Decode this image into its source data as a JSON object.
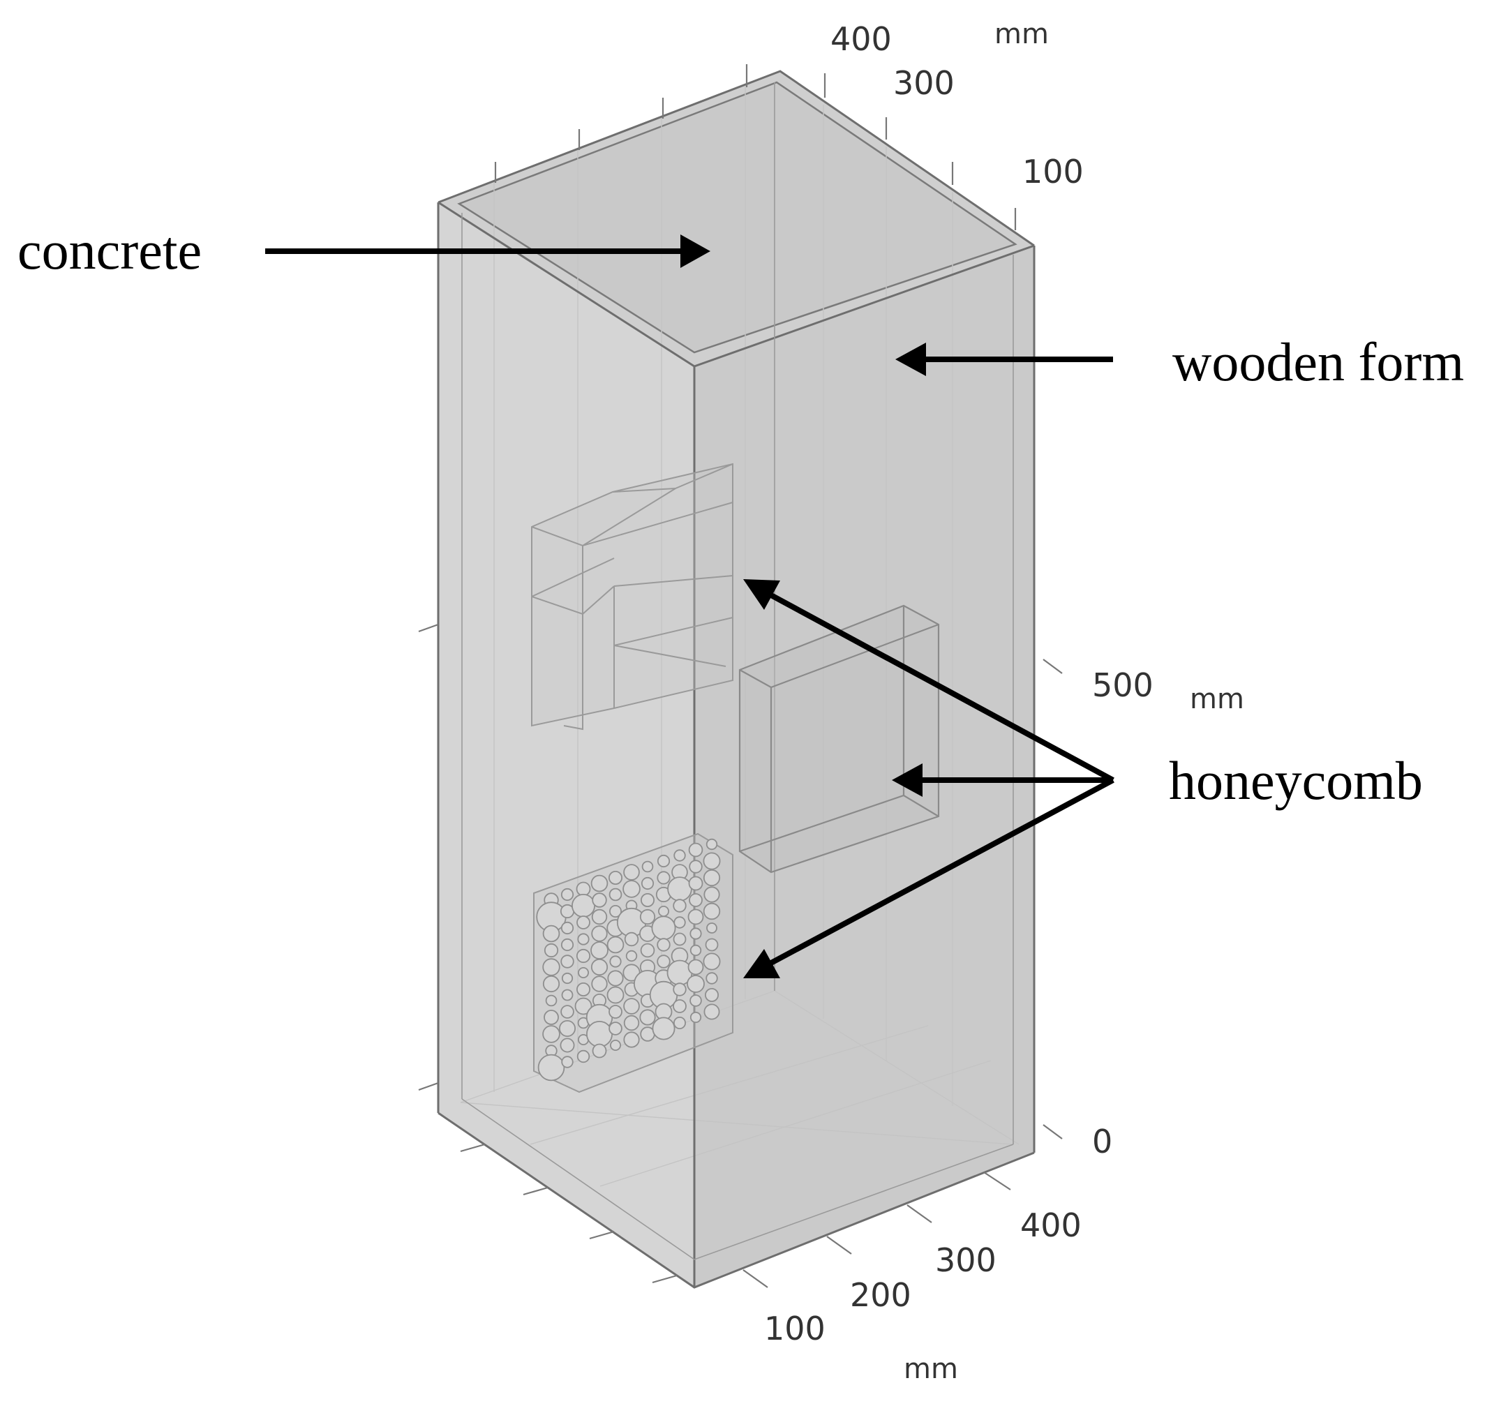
{
  "labels": {
    "concrete": "concrete",
    "wooden_form": "wooden form",
    "honeycomb": "honeycomb"
  },
  "axes": {
    "top_unit": "mm",
    "top_ticks": [
      "400",
      "300",
      "100"
    ],
    "vertical_unit": "mm",
    "vertical_ticks": [
      "500",
      "0"
    ],
    "bottom_unit": "mm",
    "bottom_ticks": [
      "400",
      "300",
      "200",
      "100"
    ]
  },
  "colors": {
    "volume_fill": "#d2d2d2",
    "edge": "#6e6e6e",
    "arrow": "#000000"
  }
}
